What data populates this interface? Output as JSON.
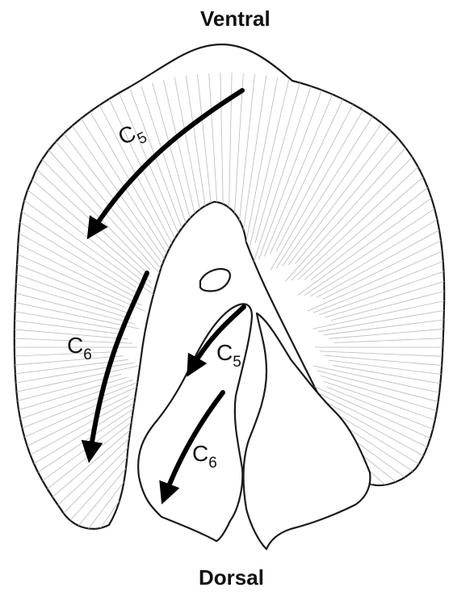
{
  "title_top": "Ventral",
  "title_bottom": "Dorsal",
  "segments": [
    {
      "letter": "C",
      "sub": "5"
    },
    {
      "letter": "C",
      "sub": "6"
    },
    {
      "letter": "C",
      "sub": "5"
    },
    {
      "letter": "C",
      "sub": "6"
    }
  ],
  "colors": {
    "ink": "#111111",
    "paper": "#ffffff",
    "hatch": "#b9b9b9"
  }
}
